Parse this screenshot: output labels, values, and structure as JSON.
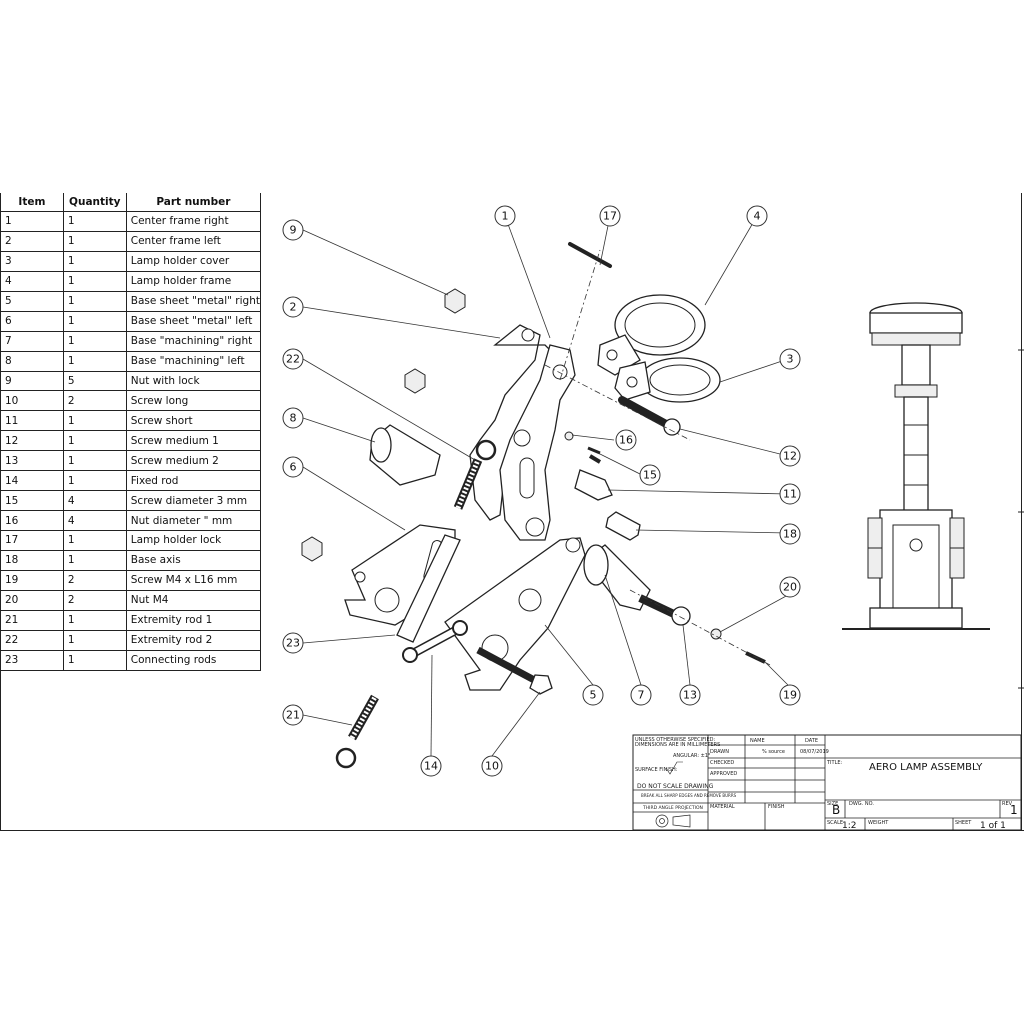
{
  "bom": {
    "headers": [
      "Item",
      "Quantity",
      "Part number"
    ],
    "rows": [
      [
        "1",
        "1",
        "Center frame right"
      ],
      [
        "2",
        "1",
        "Center frame left"
      ],
      [
        "3",
        "1",
        "Lamp holder cover"
      ],
      [
        "4",
        "1",
        "Lamp holder frame"
      ],
      [
        "5",
        "1",
        "Base sheet \"metal\" right"
      ],
      [
        "6",
        "1",
        "Base sheet \"metal\" left"
      ],
      [
        "7",
        "1",
        "Base \"machining\" right"
      ],
      [
        "8",
        "1",
        "Base \"machining\" left"
      ],
      [
        "9",
        "5",
        "Nut with lock"
      ],
      [
        "10",
        "2",
        "Screw long"
      ],
      [
        "11",
        "1",
        "Screw short"
      ],
      [
        "12",
        "1",
        "Screw medium 1"
      ],
      [
        "13",
        "1",
        "Screw medium 2"
      ],
      [
        "14",
        "1",
        "Fixed rod"
      ],
      [
        "15",
        "4",
        "Screw diameter 3 mm"
      ],
      [
        "16",
        "4",
        "Nut diameter \" mm"
      ],
      [
        "17",
        "1",
        "Lamp holder lock"
      ],
      [
        "18",
        "1",
        "Base axis"
      ],
      [
        "19",
        "2",
        "Screw M4 x L16 mm"
      ],
      [
        "20",
        "2",
        "Nut M4"
      ],
      [
        "21",
        "1",
        "Extremity rod 1"
      ],
      [
        "22",
        "1",
        "Extremity rod 2"
      ],
      [
        "23",
        "1",
        "Connecting rods"
      ]
    ]
  },
  "callouts": {
    "c1": "1",
    "c2": "2",
    "c3": "3",
    "c4": "4",
    "c5": "5",
    "c6": "6",
    "c7": "7",
    "c8": "8",
    "c9": "9",
    "c10": "10",
    "c11": "11",
    "c12": "12",
    "c13": "13",
    "c14": "14",
    "c15": "15",
    "c16": "16",
    "c17": "17",
    "c18": "18",
    "c19": "19",
    "c20": "20",
    "c21": "21",
    "c22": "22",
    "c23": "23"
  },
  "title_block": {
    "unless_note": "UNLESS OTHERWISE SPECIFIED:",
    "dims_note": "DIMENSIONS ARE IN MILLIMETERS",
    "angular": "ANGULAR: ±1°",
    "surface_finish": "SURFACE FINISH:",
    "do_not_scale": "DO NOT SCALE DRAWING",
    "break_edges": "BREAK ALL SHARP EDGES AND REMOVE BURRS",
    "projection": "THIRD ANGLE PROJECTION",
    "name_hdr": "NAME",
    "date_hdr": "DATE",
    "drawn": "DRAWN",
    "checked": "CHECKED",
    "approved": "APPROVED",
    "drawn_name": "% source",
    "drawn_date": "08/07/2019",
    "material": "MATERIAL",
    "finish": "FINISH",
    "title_lbl": "TITLE:",
    "title": "AERO LAMP ASSEMBLY",
    "size_lbl": "SIZE",
    "size": "B",
    "dwg_lbl": "DWG. NO.",
    "rev_lbl": "REV",
    "rev": "1",
    "scale_lbl": "SCALE",
    "scale": "1:2",
    "weight_lbl": "WEIGHT",
    "sheet_lbl": "SHEET",
    "sheet": "1 of 1"
  }
}
